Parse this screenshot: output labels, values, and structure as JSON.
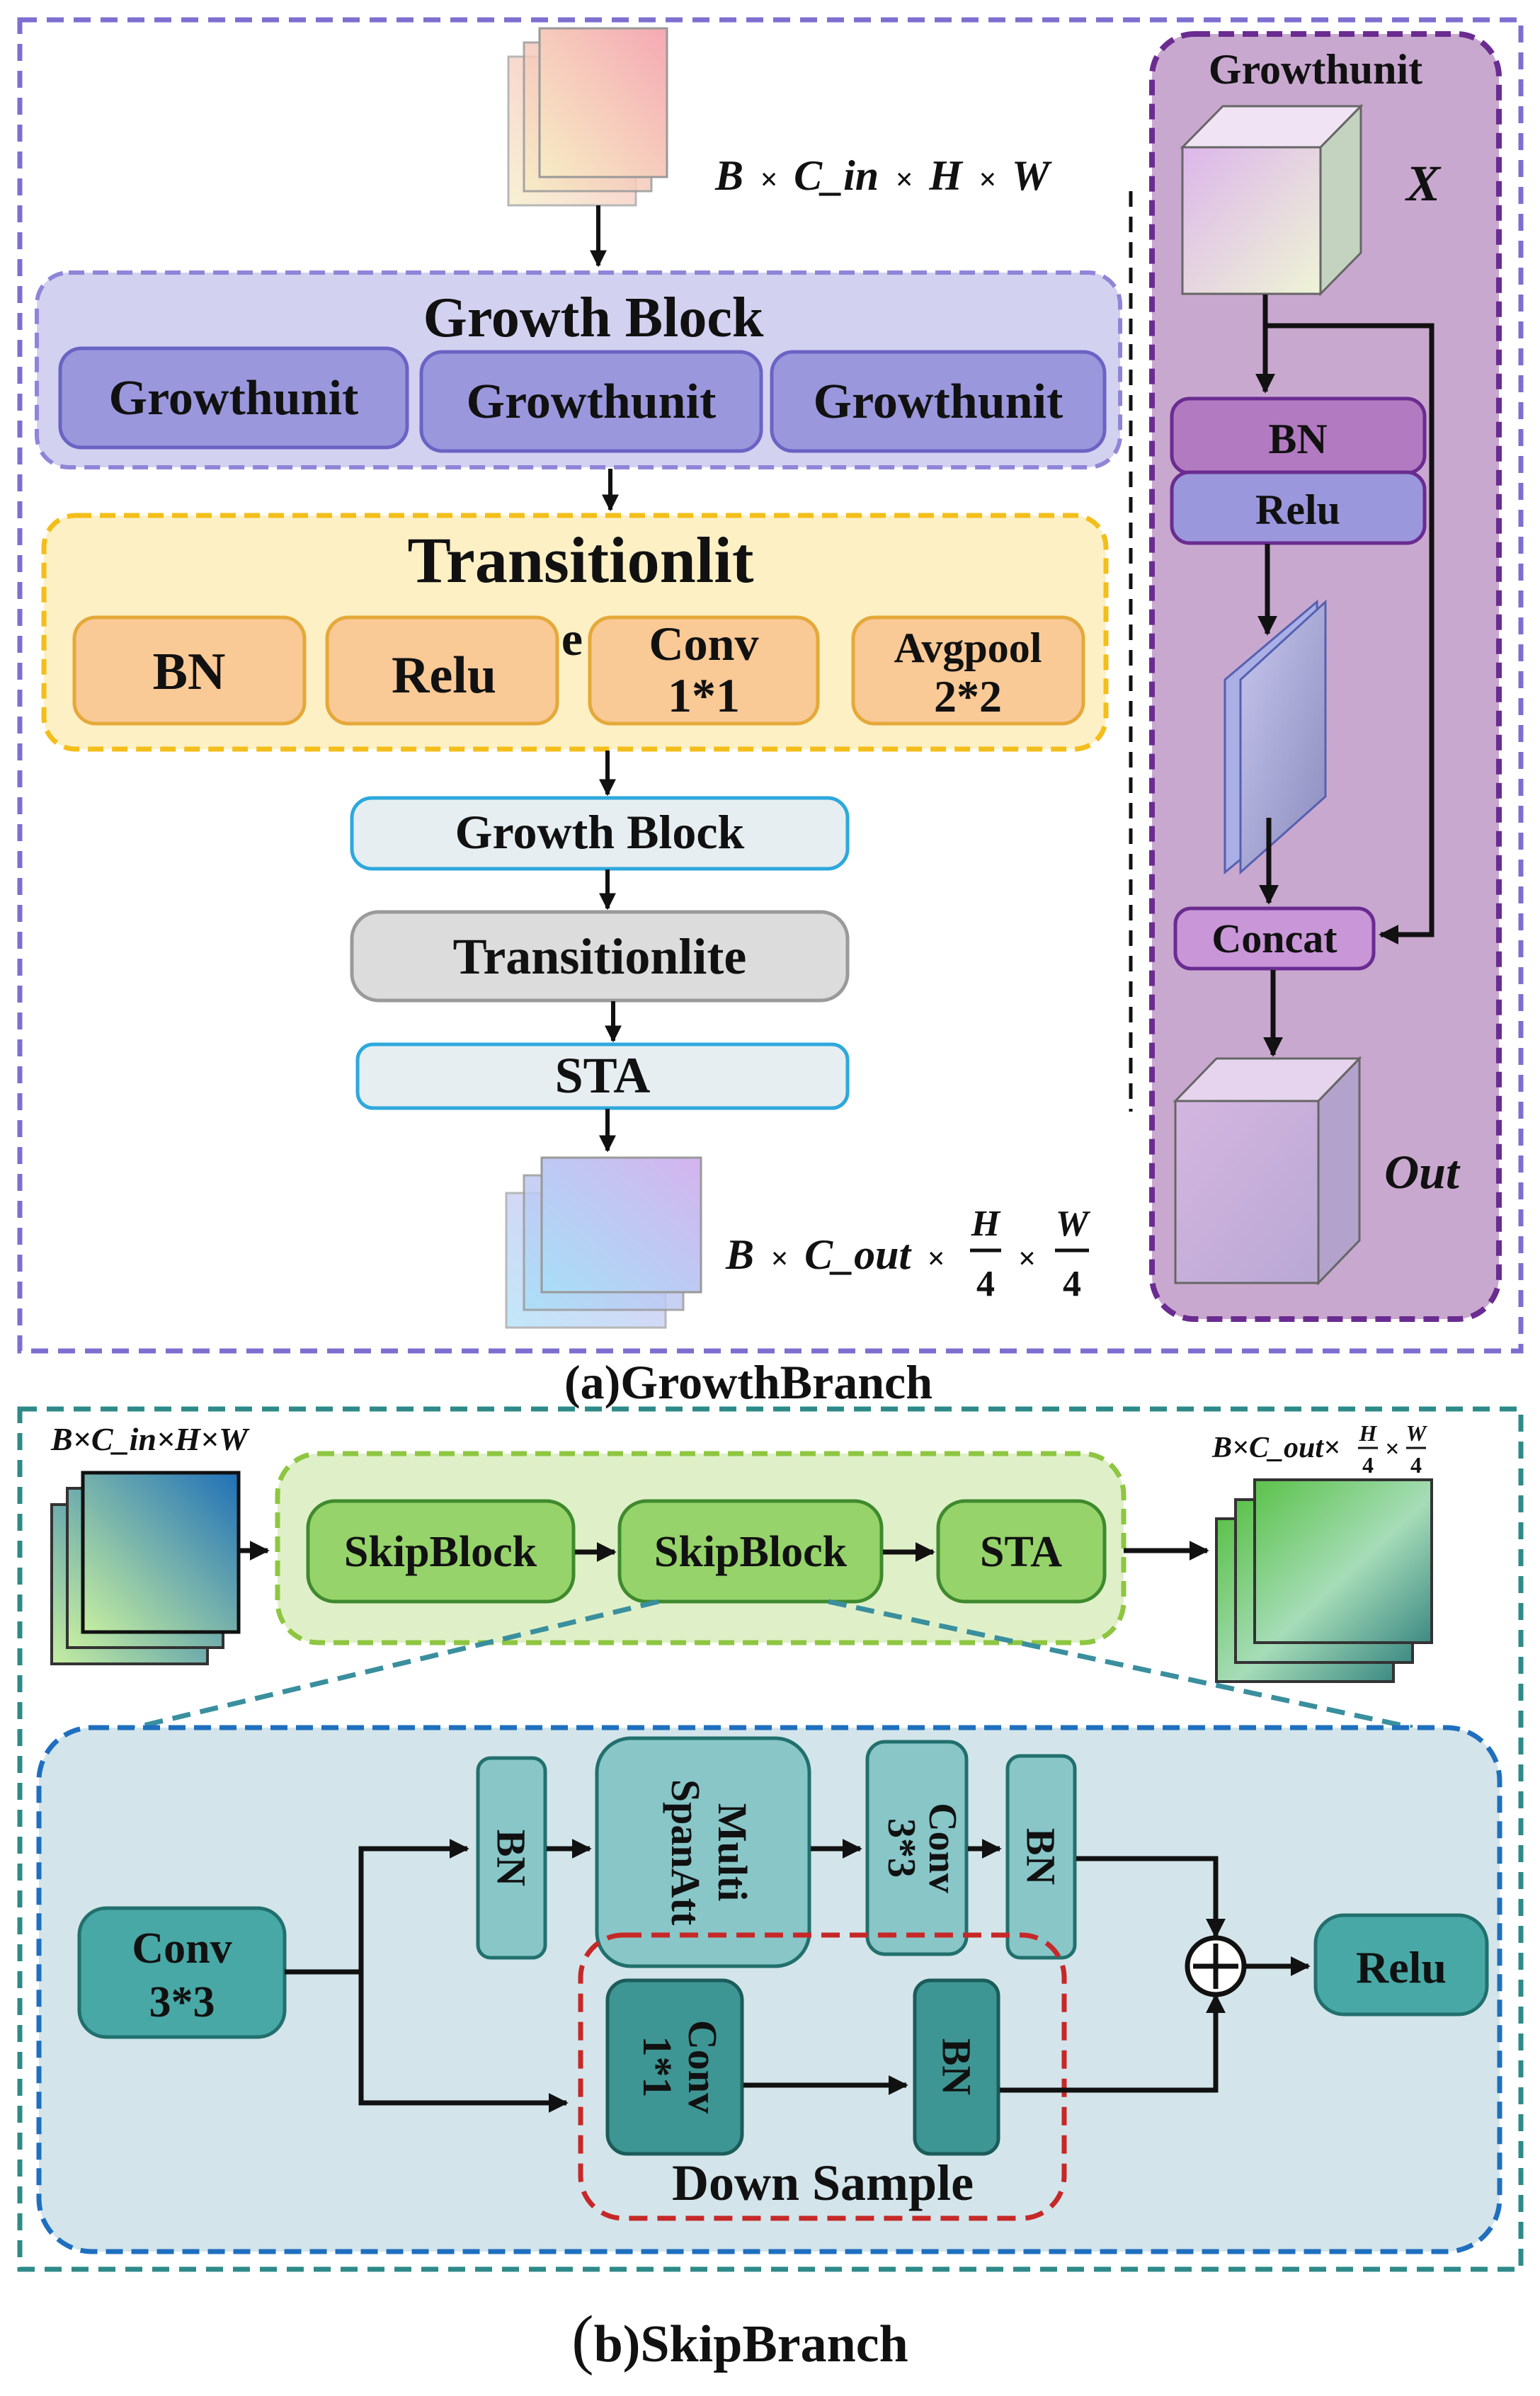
{
  "growth_branch": {
    "caption": "(a)GrowthBranch",
    "input_dim": {
      "b": "B",
      "x1": "×",
      "c": "C_in",
      "x2": "×",
      "h": "H",
      "x3": "×",
      "w": "W"
    },
    "output_dim": {
      "b": "B",
      "x1": "×",
      "c": "C_out",
      "x2": "×",
      "h": "H",
      "four_h": "4",
      "x3": "×",
      "w": "W",
      "four_w": "4"
    },
    "growth_block": {
      "title": "Growth Block",
      "units": [
        "Growthunit",
        "Growthunit",
        "Growthunit"
      ]
    },
    "transition": {
      "title": "Transitionlit",
      "title_overflow": "e",
      "ops": [
        {
          "line1": "BN",
          "line2": ""
        },
        {
          "line1": "Relu",
          "line2": ""
        },
        {
          "line1": "Conv",
          "line2": "1*1"
        },
        {
          "line1": "Avgpool",
          "line2": "2*2"
        }
      ]
    },
    "stack": {
      "growth_block": "Growth Block",
      "transitionlite": "Transitionlite",
      "sta": "STA"
    },
    "growthunit_panel": {
      "title": "Growthunit",
      "x_label": "X",
      "bn": "BN",
      "relu": "Relu",
      "concat": "Concat",
      "out_label": "Out"
    }
  },
  "skip_branch": {
    "caption_paren": "(",
    "caption_rest": "b)SkipBranch",
    "input_dim": "B×C_in×H×W",
    "output_dim": {
      "prefix": "B×C_out×",
      "h": "H",
      "four_h": "4",
      "x": "×",
      "w": "W",
      "four_w": "4"
    },
    "pipeline": [
      "SkipBlock",
      "SkipBlock",
      "STA"
    ],
    "detail": {
      "conv_in": {
        "line1": "Conv",
        "line2": "3*3"
      },
      "bn1": "BN",
      "attention": {
        "line1": "Multi",
        "line2": "SpanAtt"
      },
      "conv2": {
        "line1": "Conv",
        "line2": "3*3"
      },
      "bn2": "BN",
      "down_conv": {
        "line1": "Conv",
        "line2": "1*1"
      },
      "down_bn": "BN",
      "down_label": "Down Sample",
      "relu": "Relu"
    }
  },
  "colors": {
    "growth_border": "#7c6fd0",
    "growth_block_fill": "#d3d1f0",
    "growth_unit_fill": "#9b97dd",
    "transition_border": "#f4be1a",
    "transition_fill": "#fdf0c4",
    "transition_op_fill": "#f9c996",
    "cyan_border": "#2ea8dc",
    "light_fill": "#e6eef1",
    "gray_fill": "#dcdcdc",
    "panel_border": "#6a2c90",
    "panel_fill": "#c9a8cf",
    "skip_border": "#2e8a88",
    "green_border": "#8ec641",
    "green_fill": "#dff0c8",
    "green_box": "#96d36a",
    "blue_border": "#1f6fbf",
    "detail_fill": "#d3e5ea",
    "teal_box": "#48a8a6",
    "light_teal_box": "#88c6c8",
    "dark_teal_box": "#3e9694",
    "red_dash": "#c62828"
  }
}
